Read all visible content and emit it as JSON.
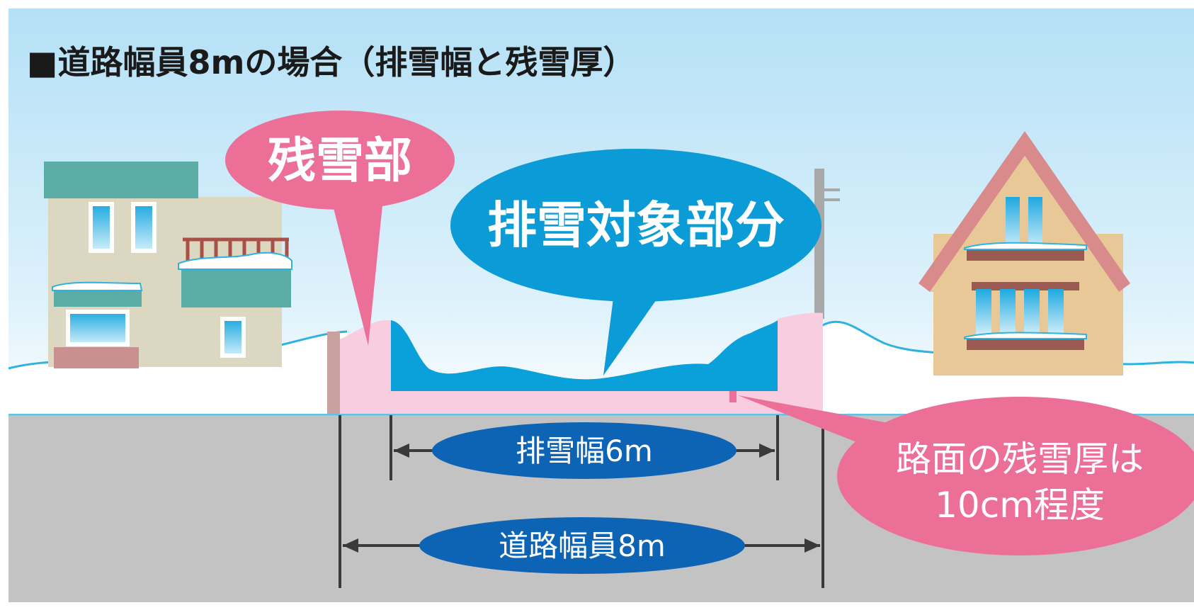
{
  "title": "■道路幅員8mの場合（排雪幅と残雪厚）",
  "labels": {
    "remaining_snow": "残雪部",
    "removal_target": "排雪対象部分",
    "removal_width": "排雪幅6m",
    "road_width": "道路幅員8m",
    "thickness_line1": "路面の残雪厚は",
    "thickness_line2": "10cm程度"
  },
  "colors": {
    "sky_top": "#b4e0f6",
    "sky_bottom": "#ffffff",
    "road": "#c3c3c4",
    "pink_bubble": "#ec6f98",
    "blue_bubble": "#0b9bd6",
    "dim_ellipse": "#0d64b4",
    "snow_pink": "#f8cde0",
    "removal_blue": "#0aa0d9",
    "house_left_roof": "#5aaca4",
    "house_left_wall": "#dcd7c0",
    "house_right_wall": "#e8c896",
    "house_right_roof": "#d98a8a"
  }
}
